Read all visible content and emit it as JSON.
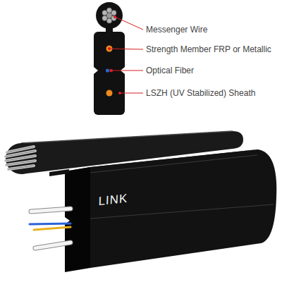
{
  "diagram": {
    "labels": [
      "Messenger Wire",
      "Strength Member FRP or Metallic",
      "Optical Fiber",
      "LSZH (UV Stabilized) Sheath",
      "LINK"
    ]
  }
}
